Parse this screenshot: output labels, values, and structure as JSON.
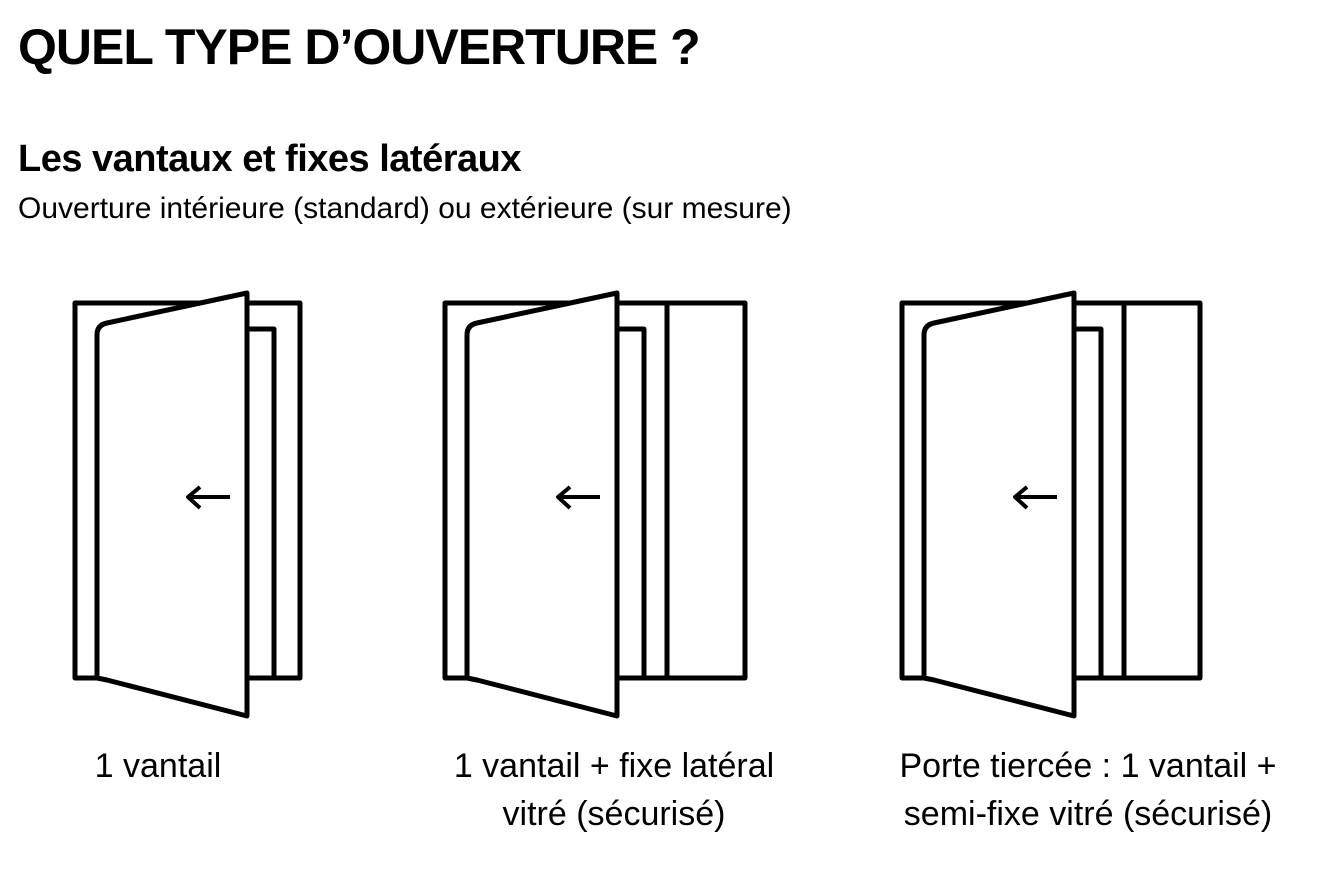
{
  "title": "QUEL TYPE D’OUVERTURE ?",
  "subtitle": "Les vantaux et fixes latéraux",
  "description": "Ouverture intérieure (standard) ou extérieure (sur mesure)",
  "options": [
    {
      "caption_line1": "1 vantail",
      "caption_line2": "",
      "icon": "door-single-leaf-icon"
    },
    {
      "caption_line1": "1 vantail + fixe latéral",
      "caption_line2": "vitré (sécurisé)",
      "icon": "door-leaf-with-side-panel-icon"
    },
    {
      "caption_line1": "Porte tiercée : 1 vantail +",
      "caption_line2": "semi-fixe vitré (sécurisé)",
      "icon": "door-leaf-with-semi-fixed-panel-icon"
    }
  ]
}
